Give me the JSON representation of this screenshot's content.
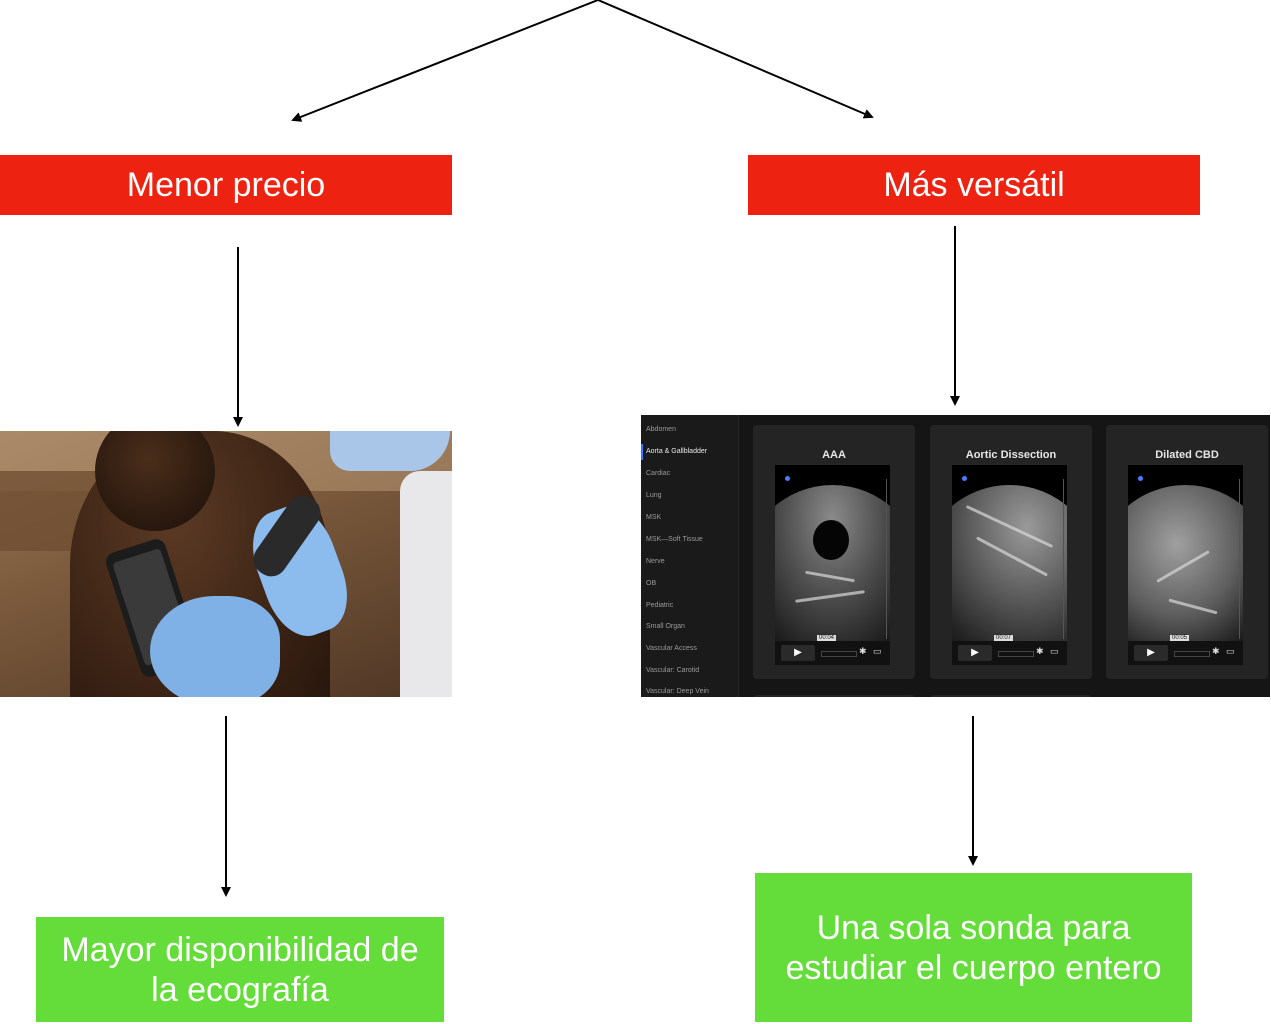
{
  "nodes": {
    "left_label": "Menor precio",
    "right_label": "Más versátil",
    "left_result_line1": "Mayor disponibilidad de",
    "left_result_line2": "la ecografía",
    "right_result_line1": "Una sola sonda para",
    "right_result_line2": "estudiar el cuerpo entero"
  },
  "colors": {
    "red_box": "#ee2211",
    "green_box": "#64dc3a",
    "arrow": "#000000"
  },
  "screenshot": {
    "sidebar": [
      "Abdomen",
      "Aorta & Gallbladder",
      "Cardiac",
      "Lung",
      "MSK",
      "MSK—Soft Tissue",
      "Nerve",
      "OB",
      "Pediatric",
      "Small Organ",
      "Vascular Access",
      "Vascular: Carotid",
      "Vascular: Deep Vein"
    ],
    "active_sidebar_item": "Aorta & Gallbladder",
    "cards": [
      {
        "title": "AAA",
        "time": "00:04"
      },
      {
        "title": "Aortic Dissection",
        "time": "00:07"
      },
      {
        "title": "Dilated CBD",
        "time": "00:05"
      }
    ],
    "icons": [
      "play-icon",
      "gear-icon",
      "cast-icon"
    ]
  }
}
